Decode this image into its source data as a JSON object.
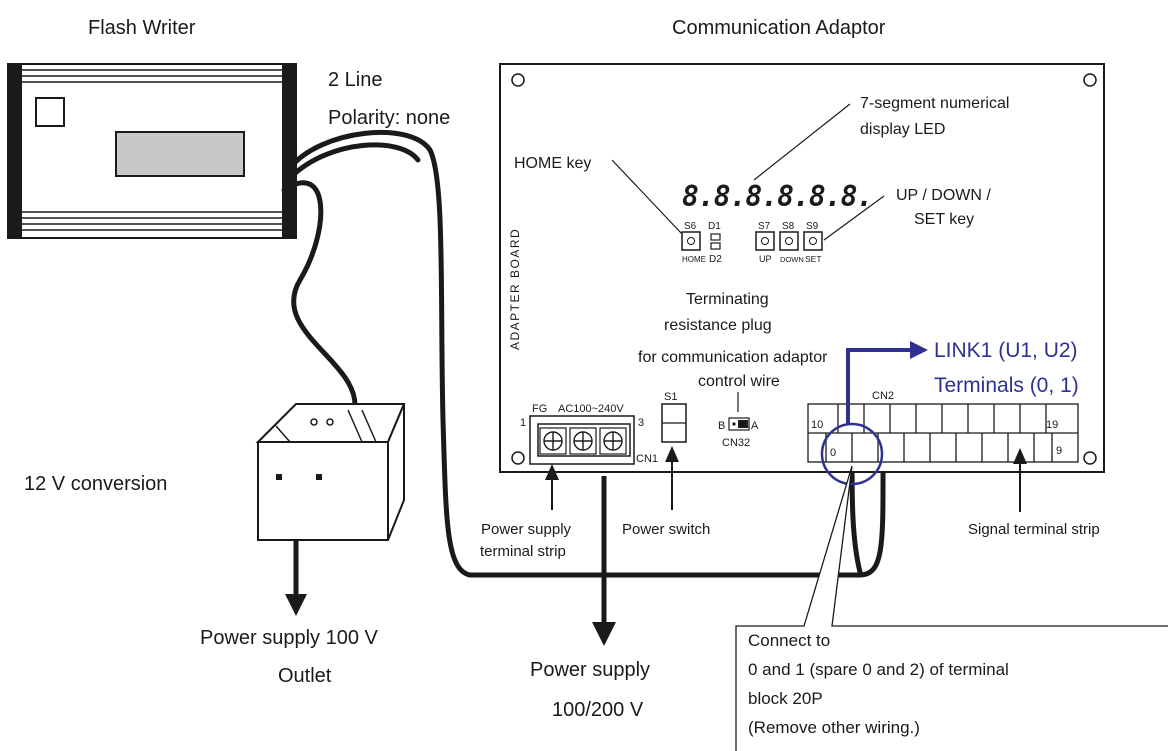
{
  "titles": {
    "flash_writer": "Flash Writer",
    "comm_adaptor": "Communication Adaptor"
  },
  "cable_note": {
    "line1": "2 Line",
    "line2": "Polarity: none"
  },
  "converter": {
    "label": "12 V conversion"
  },
  "outlet": {
    "line1": "Power supply 100 V",
    "line2": "Outlet"
  },
  "mains": {
    "line1": "Power supply",
    "line2": "100/200 V"
  },
  "board": {
    "side_label": "ADAPTER BOARD",
    "led_digits": "8.8.8.8.8.8.",
    "home_key_label": "HOME key",
    "led_label_1": "7-segment numerical",
    "led_label_2": "display LED",
    "updown_label_1": "UP / DOWN /",
    "updown_label_2": "SET key",
    "switches_top": [
      "S6",
      "D1",
      "S7",
      "S8",
      "S9"
    ],
    "switches_bottom": [
      "HOME",
      "D2",
      "UP",
      "DOWN",
      "SET"
    ],
    "term_plug_1": "Terminating",
    "term_plug_2": "resistance plug",
    "term_plug_3": "for communication adaptor",
    "term_plug_4": "control wire",
    "cn32": {
      "b": "B",
      "a": "A",
      "name": "CN32"
    },
    "s1": "S1",
    "power_strip": {
      "fg": "FG",
      "ac": "AC100~240V",
      "pin1": "1",
      "pin3": "3",
      "name": "CN1"
    },
    "signal_strip": {
      "name": "CN2",
      "t10": "10",
      "t19": "19",
      "t0": "0",
      "t9": "9"
    }
  },
  "callouts": {
    "power_supply_strip_1": "Power supply",
    "power_supply_strip_2": "terminal strip",
    "power_switch": "Power switch",
    "signal_strip": "Signal terminal strip",
    "link_1": "LINK1 (U1, U2)",
    "link_2": "Terminals (0, 1)"
  },
  "connect_note": {
    "line1": "Connect to",
    "line2": "0 and 1 (spare 0 and 2) of terminal",
    "line3": "block 20P",
    "line4": "(Remove other wiring.)"
  },
  "colors": {
    "ink": "#1a1a1a",
    "accent": "#2e3192",
    "writer_screen": "#c8c8c8"
  }
}
